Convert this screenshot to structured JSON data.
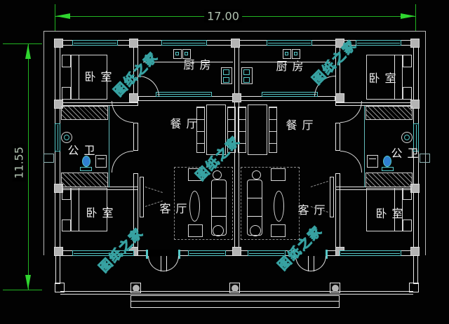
{
  "drawing": {
    "watermark_text": "图纸之家",
    "dimensions": {
      "width_label": "17.00",
      "height_label": "11.55"
    },
    "rooms": {
      "bedroom": "卧室",
      "kitchen": "厨房",
      "dining": "餐厅",
      "living": "客厅",
      "bathroom": "公卫"
    },
    "colors": {
      "background": "#020202",
      "wall_line": "#e8e8e8",
      "window": "#56c8c8",
      "dimension_line": "#21b421",
      "dimension_arrow": "#2fd52f",
      "dimension_text": "#b2c4b2",
      "watermark": "#37a2a2",
      "column_fill": "#b4b4b4",
      "fixture_blue": "#2f7fd0"
    }
  }
}
